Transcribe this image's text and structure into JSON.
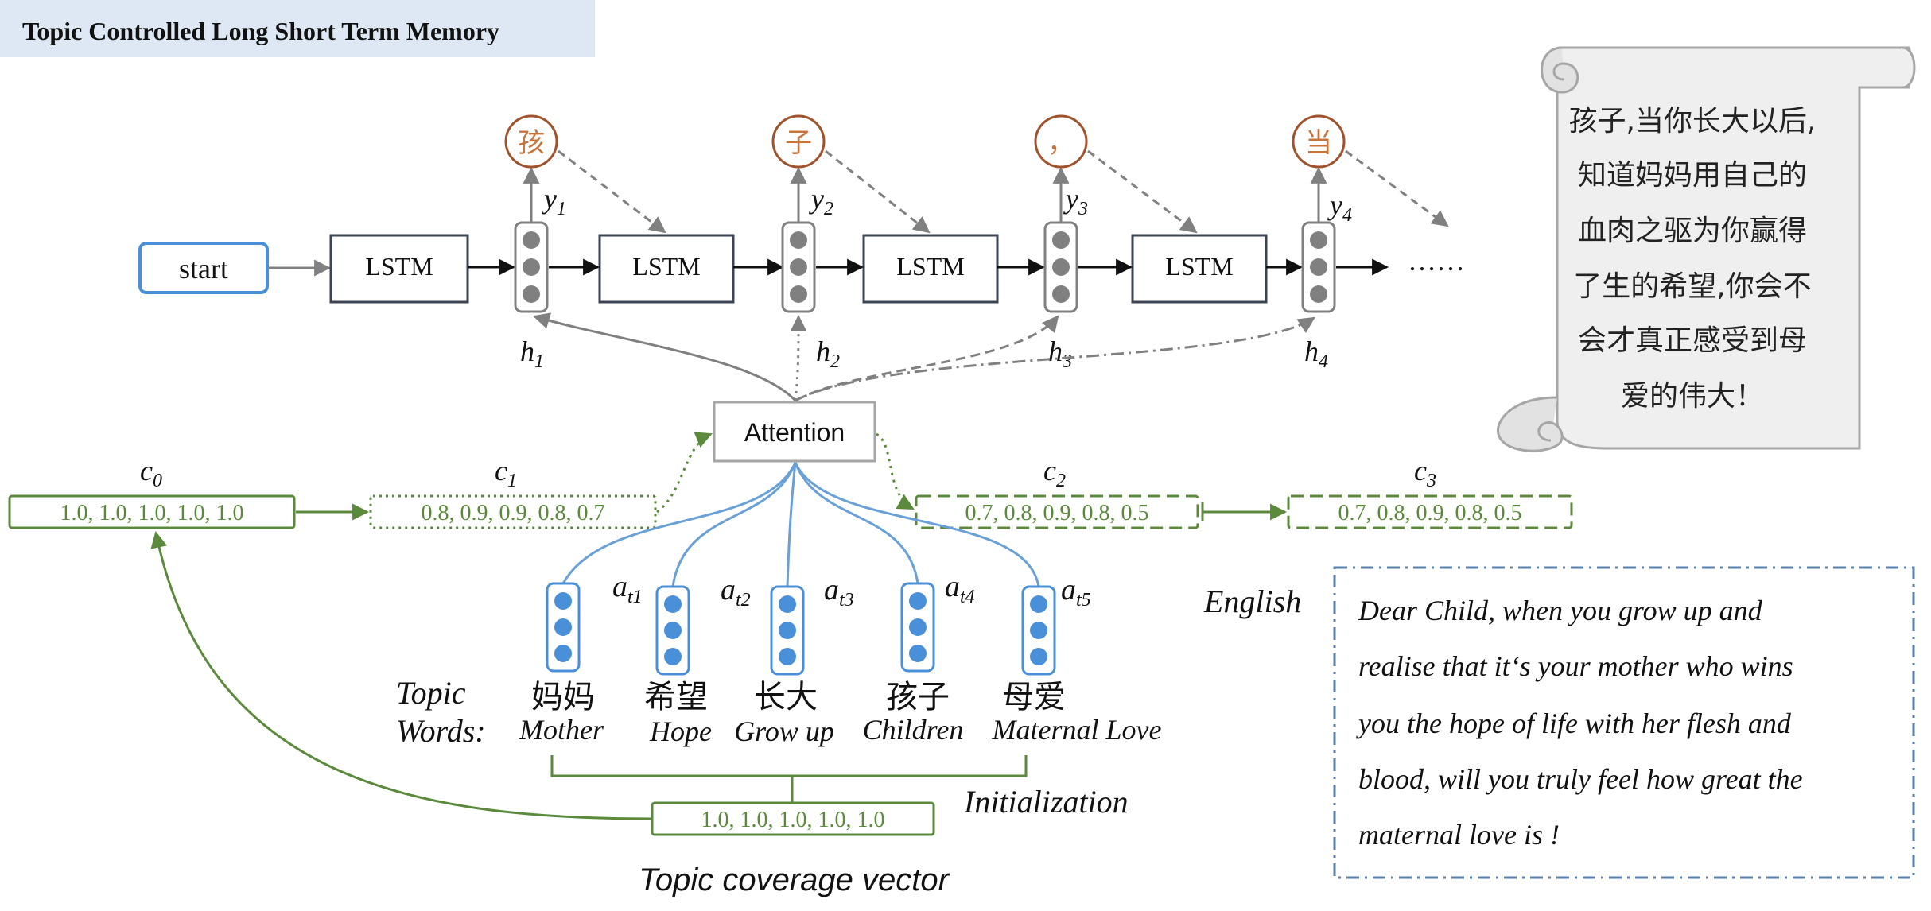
{
  "title": "Topic  Controlled Long Short  Term Memory",
  "start_label": "start",
  "lstm_label": "LSTM",
  "attention_label": "Attention",
  "ellipsis": "……",
  "outputs": [
    {
      "char": "孩",
      "y_base": "y",
      "y_sub": "1",
      "h_base": "h",
      "h_sub": "1"
    },
    {
      "char": "子",
      "y_base": "y",
      "y_sub": "2",
      "h_base": "h",
      "h_sub": "2"
    },
    {
      "char": "，",
      "y_base": "y",
      "y_sub": "3",
      "h_base": "h",
      "h_sub": "3"
    },
    {
      "char": "当",
      "y_base": "y",
      "y_sub": "4",
      "h_base": "h",
      "h_sub": "4"
    }
  ],
  "coverage_vectors": [
    {
      "label_base": "c",
      "label_sub": "0",
      "values": "1.0, 1.0, 1.0, 1.0, 1.0"
    },
    {
      "label_base": "c",
      "label_sub": "1",
      "values": "0.8, 0.9, 0.9, 0.8, 0.7"
    },
    {
      "label_base": "c",
      "label_sub": "2",
      "values": "0.7, 0.8, 0.9, 0.8, 0.5"
    },
    {
      "label_base": "c",
      "label_sub": "3",
      "values": "0.7, 0.8, 0.9, 0.8, 0.5"
    }
  ],
  "initial_vector": "1.0, 1.0, 1.0, 1.0, 1.0",
  "topic_words_label": [
    "Topic",
    "Words:"
  ],
  "topic_words": [
    {
      "chinese": "妈妈",
      "english": "Mother",
      "weight_base": "a",
      "weight_sub": "t1"
    },
    {
      "chinese": "希望",
      "english": "Hope",
      "weight_base": "a",
      "weight_sub": "t2"
    },
    {
      "chinese": "长大",
      "english": "Grow up",
      "weight_base": "a",
      "weight_sub": "t3"
    },
    {
      "chinese": "孩子",
      "english": "Children",
      "weight_base": "a",
      "weight_sub": "t4"
    },
    {
      "chinese": "母爱",
      "english": "Maternal Love",
      "weight_base": "a",
      "weight_sub": "t5"
    }
  ],
  "initialization_label": "Initialization",
  "topic_coverage_label": "Topic coverage vector",
  "poem_lines": [
    "孩子,当你长大以后,",
    "知道妈妈用自己的",
    "血肉之驱为你赢得",
    "了生的希望,你会不",
    "会才真正感受到母",
    "爱的伟大！"
  ],
  "english_label": "English",
  "english_lines": [
    "Dear  Child,  when  you  grow  up  and",
    "realise  that  it‘s  your  mother  who  wins",
    "you  the  hope  of  life  with  her  flesh  and",
    "blood,  will  you  truly  feel  how  great  the",
    "maternal  love  is !"
  ],
  "colors": {
    "gray_arrow": "#7f7f7f",
    "dark_box": "#404a58",
    "start_blue": "#4a90d9",
    "output_ring": "#a0522d",
    "output_text": "#c8733a",
    "green": "#5b8a3c",
    "topic_blue": "#4a90d9",
    "title_bg": "#dde8f4",
    "scroll_fill": "#efefef",
    "scroll_edge": "#a6a6a6",
    "english_border": "#5a7fa8"
  }
}
